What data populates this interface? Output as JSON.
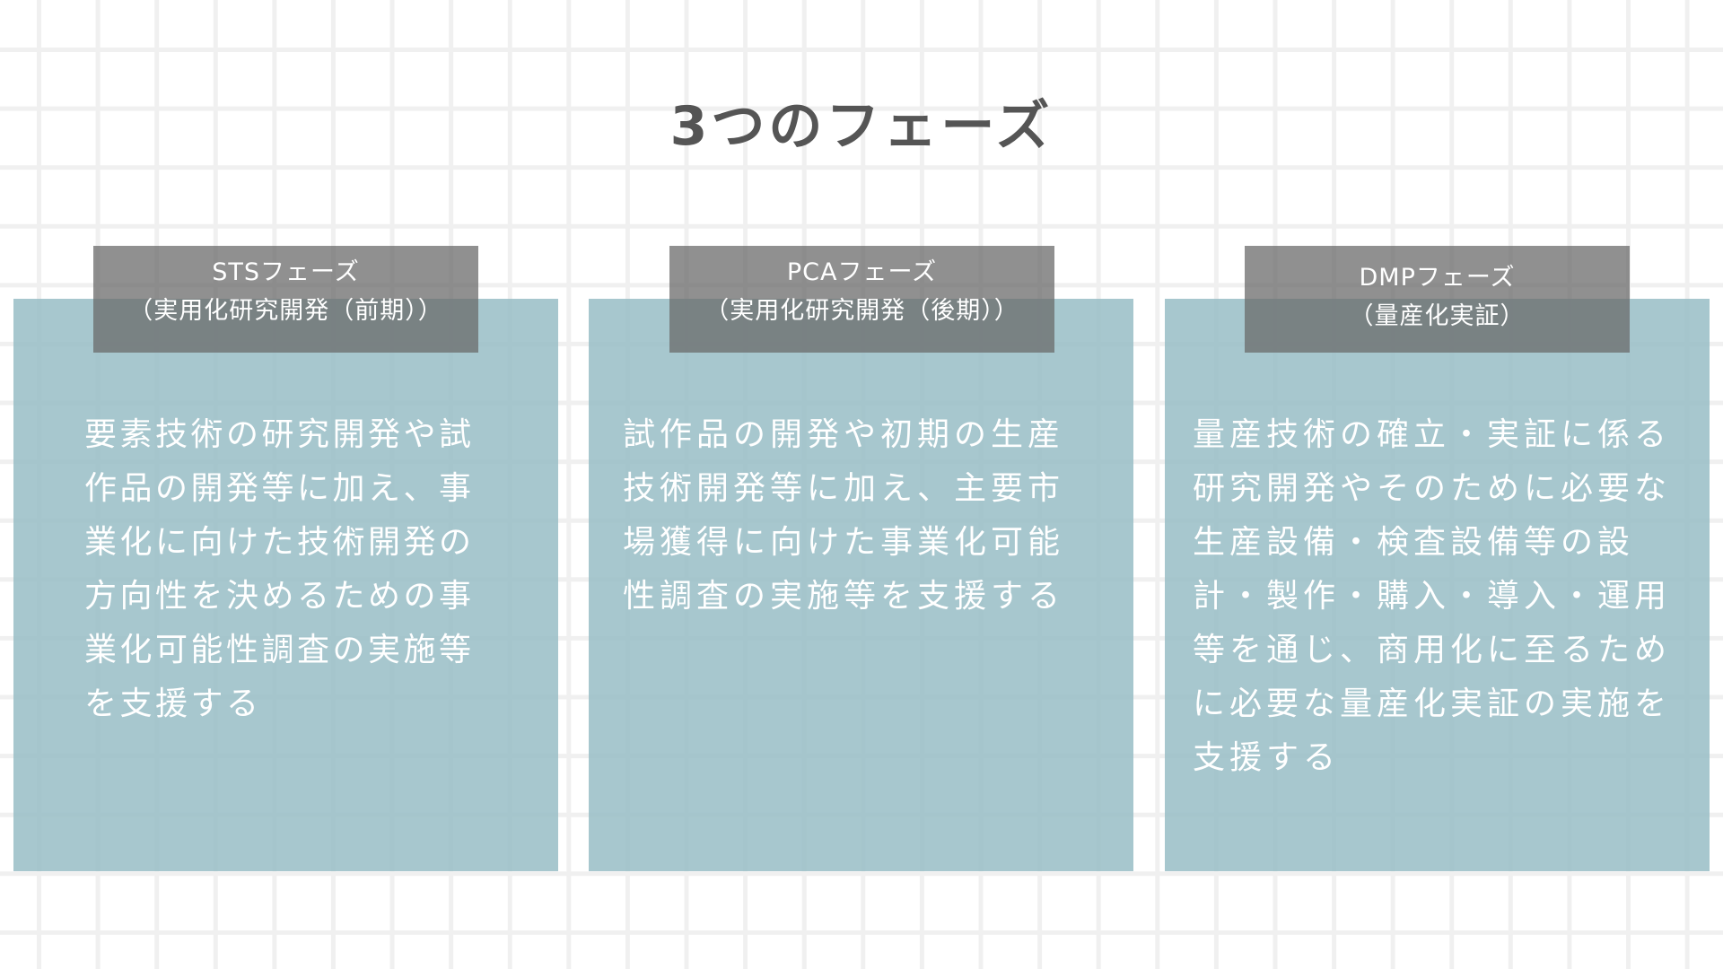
{
  "title": "3つのフェーズ",
  "phases": [
    {
      "name": "STSフェーズ",
      "subtitle": "（実用化研究開発（前期））",
      "lines": [
        "要素技術の研究開発や試",
        "作品の開発等に加え、事",
        "業化に向けた技術開発の",
        "方向性を決めるための事",
        "業化可能性調査の実施等",
        "を支援する"
      ]
    },
    {
      "name": "PCAフェーズ",
      "subtitle": "（実用化研究開発（後期））",
      "lines": [
        "試作品の開発や初期の生産",
        "技術開発等に加え、主要市",
        "場獲得に向けた事業化可能",
        "性調査の実施等を支援する"
      ]
    },
    {
      "name": "DMPフェーズ",
      "subtitle": "（量産化実証）",
      "lines": [
        "量産技術の確立・実証に係る",
        "研究開発やそのために必要な",
        "生産設備・検査設備等の設",
        "計・製作・購入・導入・運用",
        "等を通じ、商用化に至るため",
        "に必要な量産化実証の実施を",
        "支援する"
      ]
    }
  ]
}
